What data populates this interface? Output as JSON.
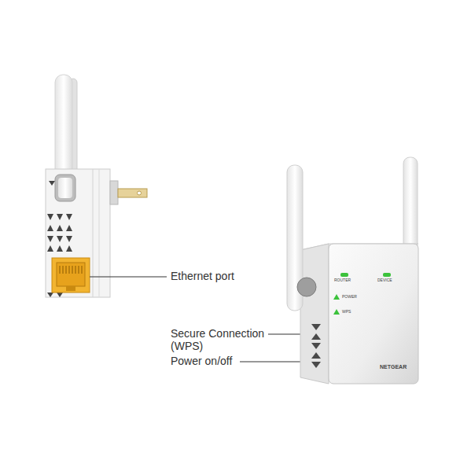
{
  "diagram": {
    "labels": [
      "Ethernet port",
      "Secure Connection (WPS)",
      "Power on/off",
      "ROUTER",
      "DEVICE",
      "POWER",
      "WPS",
      "NETGEAR"
    ]
  }
}
